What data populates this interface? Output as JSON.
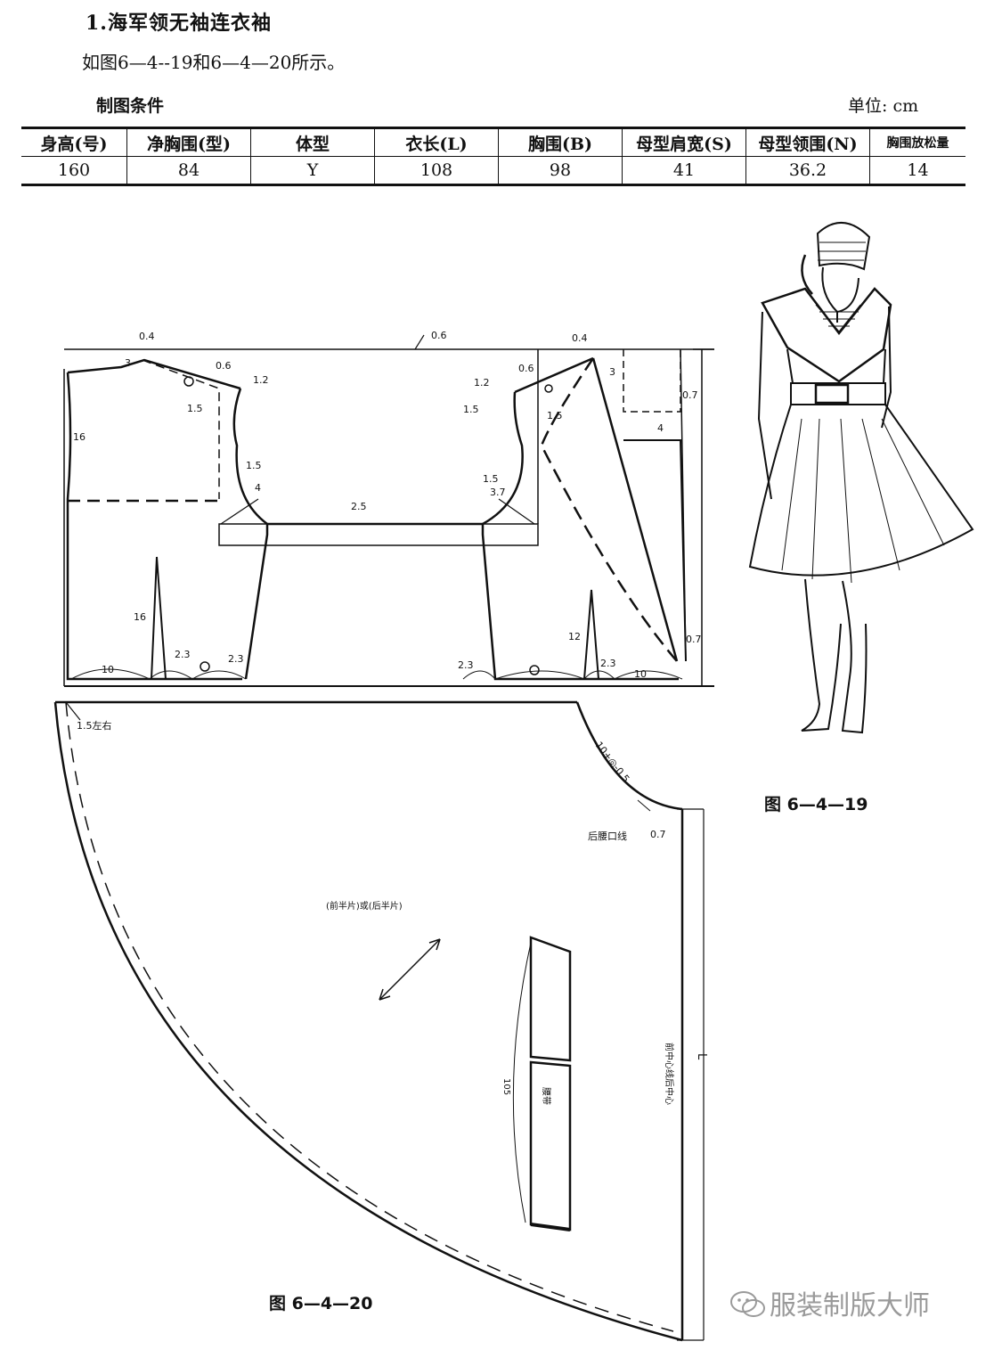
{
  "header": {
    "title": "1.海军领无袖连衣袖",
    "subtitle": "如图6—4--19和6—4—20所示。",
    "conditions_label": "制图条件",
    "unit_label": "单位: cm"
  },
  "spec_table": {
    "headers": [
      "身高(号)",
      "净胸围(型)",
      "体型",
      "衣长(L)",
      "胸围(B)",
      "母型肩宽(S)",
      "母型领围(N)",
      "胸围放松量"
    ],
    "values": [
      "160",
      "84",
      "Y",
      "108",
      "98",
      "41",
      "36.2",
      "14"
    ]
  },
  "bodice_draft": {
    "labels": {
      "back_shoulder_drop": "0.4",
      "top_dip": "0.6",
      "front_shoulder_drop": "0.4",
      "back_neck_3": "3",
      "front_neck_3": "3",
      "back_0_6": "0.6",
      "back_1_2": "1.2",
      "back_1_5_a": "1.5",
      "back_1_5_b": "1.5",
      "back_4": "4",
      "back_16": "16",
      "mid_2_5": "2.5",
      "front_1_2": "1.2",
      "front_0_6": "0.6",
      "front_1_5_a": "1.5",
      "front_1_5_b": "1.5",
      "front_1_5_c": "1.5",
      "front_3_7": "3.7",
      "front_0_7_top": "0.7",
      "front_4": "4",
      "back_dart_16": "16",
      "front_dart_12": "12",
      "front_0_7_bottom": "0.7",
      "back_hem_10": "10",
      "back_2_3_a": "2.3",
      "back_2_3_b": "2.3",
      "front_2_3_a": "2.3",
      "front_2_3_b": "2.3",
      "front_hem_10": "10"
    }
  },
  "skirt_draft": {
    "labels": {
      "left_ease": "1.5左右",
      "waist_formula": "10+◎-0.5",
      "waist_line": "后腰口线",
      "waist_0_7": "0.7",
      "panel_name": "(前半片)或(后半片)",
      "belt_length": "105",
      "belt_text": "腰带",
      "center_line": "前中心线后中心",
      "length_mark": "L"
    }
  },
  "figures": {
    "fig1": "图 6—4—19",
    "fig2": "图 6—4—20"
  },
  "watermark": "服装制版大师"
}
